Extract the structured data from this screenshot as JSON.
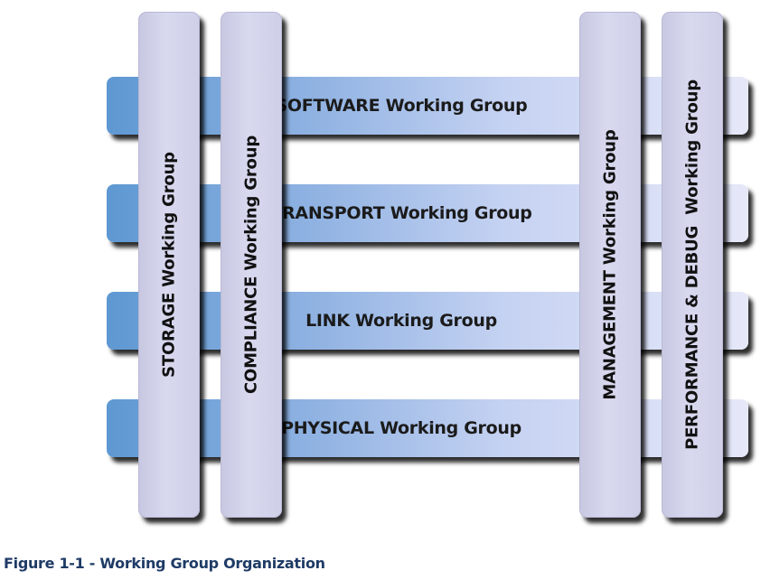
{
  "diagram": {
    "rows": [
      {
        "label": "SOFTWARE Working Group"
      },
      {
        "label": "TRANSPORT Working Group"
      },
      {
        "label": "LINK Working Group"
      },
      {
        "label": "PHYSICAL Working Group"
      }
    ],
    "columns": [
      {
        "label": "STORAGE Working Group"
      },
      {
        "label": "COMPLIANCE Working Group"
      },
      {
        "label": "MANAGEMENT Working Group"
      },
      {
        "label": "PERFORMANCE & DEBUG  Working Group"
      }
    ]
  },
  "caption": "Figure 1-1 - Working Group Organization",
  "colors": {
    "row_bar_start": "#5e98d2",
    "row_bar_end": "#e6e8f8",
    "column_bar": "#d4d4ec",
    "caption_text": "#1f3b66"
  }
}
